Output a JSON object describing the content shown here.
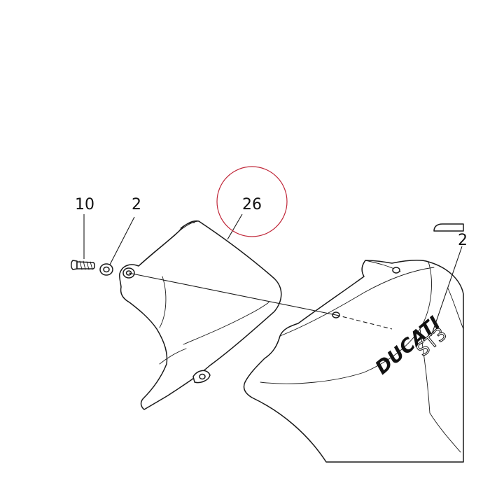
{
  "callouts": {
    "screw": "10",
    "washer": "2",
    "cover": "26",
    "cropped": "2"
  },
  "fairing": {
    "brand": "DUCATI",
    "model": "ST3"
  },
  "colors": {
    "line": "#1a1a1a",
    "highlight": "#c0283a",
    "background": "#ffffff"
  }
}
